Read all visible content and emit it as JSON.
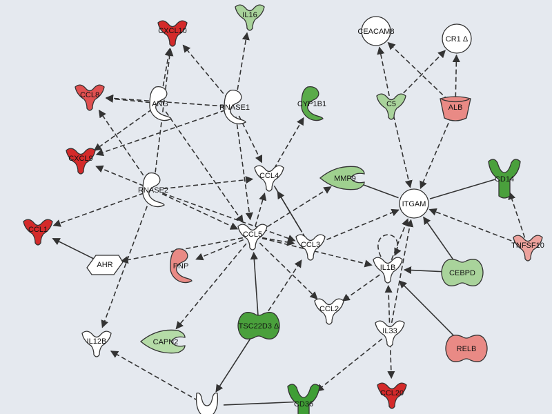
{
  "colors": {
    "background": "#e5e9ef",
    "strong_up": "#d42a2a",
    "up": "#e05555",
    "mild_up": "#e98f8a",
    "strong_down": "#4aa03c",
    "mild_down": "#a9d39b",
    "none": "#ffffff"
  },
  "nodes": [
    {
      "id": "CXCL10",
      "label": "CXCL10",
      "type": "cytokine",
      "color": "#d42a2a"
    },
    {
      "id": "IL16",
      "label": "IL16",
      "type": "cytokine",
      "color": "#a9d39b"
    },
    {
      "id": "CCL8",
      "label": "CCL8",
      "type": "cytokine",
      "color": "#e05050"
    },
    {
      "id": "ANG",
      "label": "ANG",
      "type": "enzyme",
      "color": "#ffffff"
    },
    {
      "id": "RNASE1",
      "label": "RNASE1",
      "type": "enzyme",
      "color": "#ffffff"
    },
    {
      "id": "CYP1B1",
      "label": "CYP1B1",
      "type": "enzyme",
      "color": "#5aab4a"
    },
    {
      "id": "CEACAM8",
      "label": "CEACAM8",
      "type": "other",
      "color": "#ffffff"
    },
    {
      "id": "CR1",
      "label": "CR1 Δ",
      "type": "other",
      "color": "#ffffff"
    },
    {
      "id": "C5",
      "label": "C5",
      "type": "cytokine",
      "color": "#a9d39b"
    },
    {
      "id": "ALB",
      "label": "ALB",
      "type": "transporter",
      "color": "#e98a85"
    },
    {
      "id": "CXCL9",
      "label": "CXCL9",
      "type": "cytokine",
      "color": "#d42a2a"
    },
    {
      "id": "RNASE2",
      "label": "RNASE2",
      "type": "enzyme",
      "color": "#ffffff"
    },
    {
      "id": "CCL4",
      "label": "CCL4",
      "type": "cytokine",
      "color": "#ffffff"
    },
    {
      "id": "MMP9",
      "label": "MMP9",
      "type": "peptidase",
      "color": "#9fd08f"
    },
    {
      "id": "ITGAM",
      "label": "ITGAM",
      "type": "other",
      "color": "#ffffff"
    },
    {
      "id": "CD14",
      "label": "CD14",
      "type": "receptor",
      "color": "#4aa03c"
    },
    {
      "id": "CCL1",
      "label": "CCL1",
      "type": "cytokine",
      "color": "#d42a2a"
    },
    {
      "id": "CCL5",
      "label": "CCL5",
      "type": "cytokine",
      "color": "#ffffff"
    },
    {
      "id": "CCL3",
      "label": "CCL3",
      "type": "cytokine",
      "color": "#ffffff"
    },
    {
      "id": "IL1B",
      "label": "IL1B",
      "type": "cytokine",
      "color": "#ffffff"
    },
    {
      "id": "TNFSF10",
      "label": "TNFSF10",
      "type": "cytokine",
      "color": "#eca29d"
    },
    {
      "id": "AHR",
      "label": "AHR",
      "type": "nuclear-receptor",
      "color": "#ffffff"
    },
    {
      "id": "PNP",
      "label": "PNP",
      "type": "enzyme",
      "color": "#e98a85"
    },
    {
      "id": "CEBPD",
      "label": "CEBPD",
      "type": "transcription-regulator",
      "color": "#a9d39b"
    },
    {
      "id": "CCL2",
      "label": "CCL2",
      "type": "cytokine",
      "color": "#ffffff"
    },
    {
      "id": "IL33",
      "label": "IL33",
      "type": "cytokine",
      "color": "#ffffff"
    },
    {
      "id": "TSC22D3",
      "label": "TSC22D3 Δ",
      "type": "transcription-regulator",
      "color": "#4aa03c"
    },
    {
      "id": "CAPN2",
      "label": "CAPN2",
      "type": "peptidase",
      "color": "#b5dba7"
    },
    {
      "id": "IL12B",
      "label": "IL12B",
      "type": "cytokine",
      "color": "#ffffff"
    },
    {
      "id": "RELB",
      "label": "RELB",
      "type": "transcription-regulator",
      "color": "#e98a85"
    },
    {
      "id": "CD36",
      "label": "CD36",
      "type": "receptor",
      "color": "#3f9e35"
    },
    {
      "id": "CCL20",
      "label": "CCL20",
      "type": "cytokine",
      "color": "#d42a2a"
    },
    {
      "id": "U1",
      "label": "",
      "type": "receptor-u",
      "color": "#ffffff"
    }
  ],
  "edges": [
    [
      "ANG",
      "CXCL10",
      "dashed"
    ],
    [
      "RNASE1",
      "CXCL10",
      "dashed"
    ],
    [
      "RNASE1",
      "IL16",
      "dashed"
    ],
    [
      "ANG",
      "CCL8",
      "dashed"
    ],
    [
      "RNASE1",
      "CCL8",
      "dashed"
    ],
    [
      "ANG",
      "CXCL9",
      "dashed"
    ],
    [
      "RNASE1",
      "CXCL9",
      "dashed"
    ],
    [
      "RNASE2",
      "CCL8",
      "dashed"
    ],
    [
      "RNASE2",
      "CXCL9",
      "dashed"
    ],
    [
      "RNASE2",
      "CXCL10",
      "dashed"
    ],
    [
      "RNASE2",
      "CCL4",
      "dashed"
    ],
    [
      "RNASE2",
      "CCL5",
      "dashed"
    ],
    [
      "RNASE2",
      "CCL3",
      "dashed"
    ],
    [
      "RNASE2",
      "CCL1",
      "dashed"
    ],
    [
      "RNASE1",
      "CCL4",
      "dashed"
    ],
    [
      "RNASE1",
      "CCL5",
      "dashed"
    ],
    [
      "ANG",
      "CCL5",
      "dashed"
    ],
    [
      "CCL4",
      "CYP1B1",
      "dashed"
    ],
    [
      "CCL4",
      "CCL3",
      "solid-line"
    ],
    [
      "CCL5",
      "CCL4",
      "dashed"
    ],
    [
      "CCL5",
      "MMP9",
      "dashed"
    ],
    [
      "CCL5",
      "CCL3",
      "dashed"
    ],
    [
      "CCL5",
      "IL1B",
      "dashed"
    ],
    [
      "CCL5",
      "AHR",
      "dashed"
    ],
    [
      "CCL5",
      "PNP",
      "dashed"
    ],
    [
      "CCL5",
      "CAPN2",
      "dashed"
    ],
    [
      "CCL5",
      "CCL2",
      "dashed"
    ],
    [
      "CCL3",
      "ITGAM",
      "dashed"
    ],
    [
      "CCL3",
      "CCL4",
      "dashed"
    ],
    [
      "C5",
      "CEACAM8",
      "dashed"
    ],
    [
      "C5",
      "CR1",
      "dashed"
    ],
    [
      "ALB",
      "CEACAM8",
      "dashed"
    ],
    [
      "ALB",
      "CR1",
      "dashed"
    ],
    [
      "C5",
      "ITGAM",
      "dashed"
    ],
    [
      "ALB",
      "ITGAM",
      "dashed"
    ],
    [
      "MMP9",
      "ITGAM",
      "solid-line"
    ],
    [
      "CD14",
      "ITGAM",
      "solid-line"
    ],
    [
      "TNFSF10",
      "ITGAM",
      "dashed"
    ],
    [
      "TNFSF10",
      "CD14",
      "dashed"
    ],
    [
      "CEBPD",
      "ITGAM",
      "solid"
    ],
    [
      "CEBPD",
      "IL1B",
      "solid"
    ],
    [
      "IL1B",
      "IL1B",
      "dashed"
    ],
    [
      "IL1B",
      "ITGAM",
      "dashed"
    ],
    [
      "IL1B",
      "CCL2",
      "dashed"
    ],
    [
      "IL33",
      "IL1B",
      "dashed"
    ],
    [
      "IL33",
      "ITGAM",
      "dashed"
    ],
    [
      "IL33",
      "CCL20",
      "dashed"
    ],
    [
      "IL33",
      "CD36",
      "dashed"
    ],
    [
      "RELB",
      "IL1B",
      "solid"
    ],
    [
      "TSC22D3",
      "CCL5",
      "solid"
    ],
    [
      "TSC22D3",
      "CCL3",
      "dashed"
    ],
    [
      "TSC22D3",
      "U1",
      "solid"
    ],
    [
      "AHR",
      "CCL1",
      "solid"
    ],
    [
      "RNASE2",
      "IL12B",
      "dashed"
    ],
    [
      "U1",
      "IL12B",
      "dashed"
    ],
    [
      "CD36",
      "U1",
      "solid-line"
    ]
  ]
}
